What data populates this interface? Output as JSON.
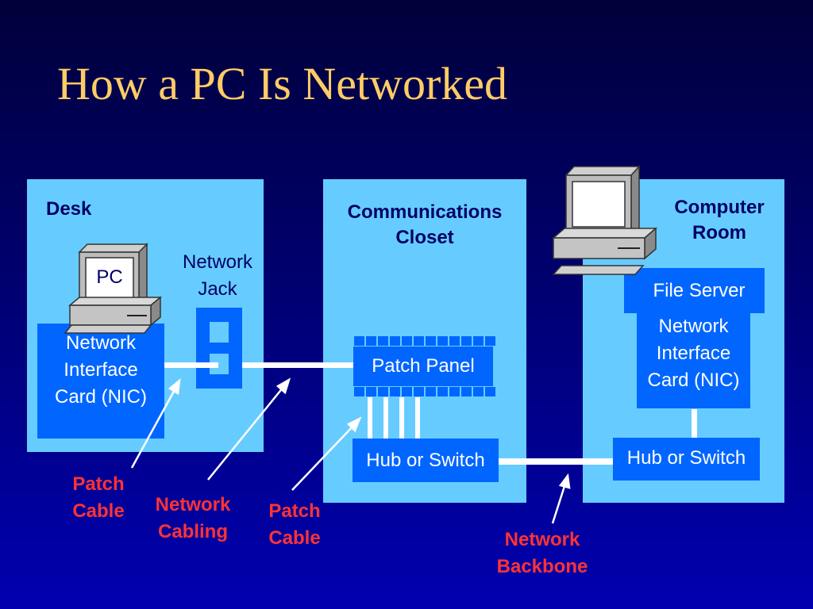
{
  "title": "How a PC Is Networked",
  "desk": {
    "label": "Desk",
    "pc_label": "PC",
    "nic_lines": [
      "Network",
      "Interface",
      "Card (NIC)"
    ],
    "jack_lines": [
      "Network",
      "Jack"
    ]
  },
  "closet": {
    "label_lines": [
      "Communications",
      "Closet"
    ],
    "patch_panel": "Patch Panel",
    "hub": "Hub or Switch"
  },
  "room": {
    "label_lines": [
      "Computer",
      "Room"
    ],
    "file_server": "File Server",
    "nic_lines": [
      "Network",
      "Interface",
      "Card (NIC)"
    ],
    "hub": "Hub or Switch"
  },
  "callouts": {
    "patch_cable_1": [
      "Patch",
      "Cable"
    ],
    "network_cabling": [
      "Network",
      "Cabling"
    ],
    "patch_cable_2": [
      "Patch",
      "Cable"
    ],
    "network_backbone": [
      "Network",
      "Backbone"
    ]
  },
  "colors": {
    "title": "#ffcc66",
    "panel": "#66ccff",
    "device": "#0066ff",
    "callout": "#ff3333",
    "label": "#000066"
  }
}
